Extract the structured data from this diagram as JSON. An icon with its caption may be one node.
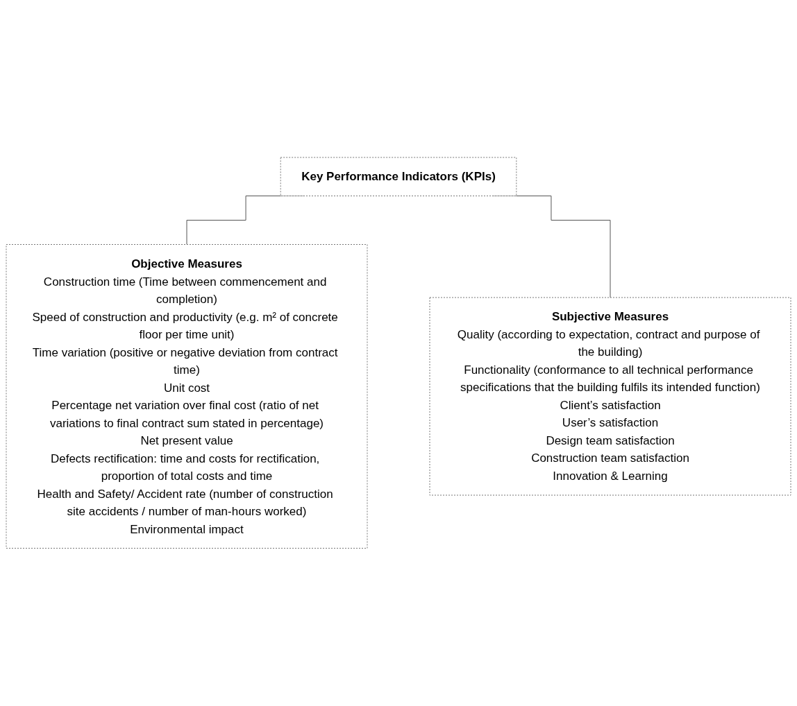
{
  "diagram": {
    "nodes": [
      {
        "text": [
          "Key Performance Indicators (KPIs)"
        ]
      },
      {
        "text": [
          "Objective Measures",
          "Construction time (Time between commencement and completion)",
          "Speed of construction and productivity (e.g. m² of concrete floor per time unit)",
          "Time variation (positive or negative deviation from contract time)",
          "Unit cost",
          "Percentage net variation over final cost (ratio of net variations to final contract sum stated in percentage)",
          "Net present value",
          "Defects rectification: time and costs for rectification, proportion of total costs and time",
          "Health and Safety/ Accident rate (number of construction site accidents / number of man-hours worked)",
          "Environmental impact"
        ]
      },
      {
        "text": [
          "Subjective Measures",
          "Quality (according to expectation, contract and purpose of the building)",
          "Functionality (conformance to all technical performance specifications that the building fulfils its intended function)",
          "Client’s satisfaction",
          "User’s satisfaction",
          "Design team satisfaction",
          "Construction team satisfaction",
          "Innovation & Learning"
        ]
      }
    ],
    "edges": [
      {
        "from": 0,
        "to": 1,
        "arrow": "none"
      },
      {
        "from": 0,
        "to": 2,
        "arrow": "none"
      }
    ]
  }
}
